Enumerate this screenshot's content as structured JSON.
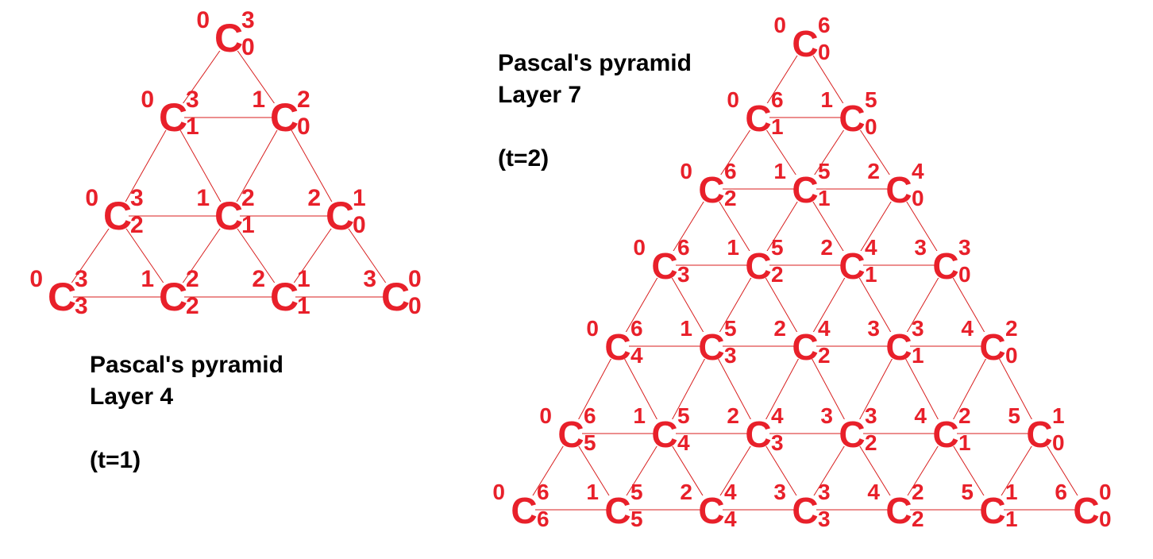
{
  "accent_color": "#e8202a",
  "line_color": "#d81e1e",
  "text_color": "#000000",
  "term_symbol": "C",
  "left_pyramid": {
    "caption_title": "Pascal's pyramid",
    "caption_layer": "Layer 4",
    "caption_t": "(t=1)",
    "rows": [
      [
        {
          "pre": "0",
          "sup": "3",
          "sub": "0"
        }
      ],
      [
        {
          "pre": "0",
          "sup": "3",
          "sub": "1"
        },
        {
          "pre": "1",
          "sup": "2",
          "sub": "0"
        }
      ],
      [
        {
          "pre": "0",
          "sup": "3",
          "sub": "2"
        },
        {
          "pre": "1",
          "sup": "2",
          "sub": "1"
        },
        {
          "pre": "2",
          "sup": "1",
          "sub": "0"
        }
      ],
      [
        {
          "pre": "0",
          "sup": "3",
          "sub": "3"
        },
        {
          "pre": "1",
          "sup": "2",
          "sub": "2"
        },
        {
          "pre": "2",
          "sup": "1",
          "sub": "1"
        },
        {
          "pre": "3",
          "sup": "0",
          "sub": "0"
        }
      ]
    ]
  },
  "right_pyramid": {
    "caption_title": "Pascal's pyramid",
    "caption_layer": "Layer 7",
    "caption_t": "(t=2)",
    "rows": [
      [
        {
          "pre": "0",
          "sup": "6",
          "sub": "0"
        }
      ],
      [
        {
          "pre": "0",
          "sup": "6",
          "sub": "1"
        },
        {
          "pre": "1",
          "sup": "5",
          "sub": "0"
        }
      ],
      [
        {
          "pre": "0",
          "sup": "6",
          "sub": "2"
        },
        {
          "pre": "1",
          "sup": "5",
          "sub": "1"
        },
        {
          "pre": "2",
          "sup": "4",
          "sub": "0"
        }
      ],
      [
        {
          "pre": "0",
          "sup": "6",
          "sub": "3"
        },
        {
          "pre": "1",
          "sup": "5",
          "sub": "2"
        },
        {
          "pre": "2",
          "sup": "4",
          "sub": "1"
        },
        {
          "pre": "3",
          "sup": "3",
          "sub": "0"
        }
      ],
      [
        {
          "pre": "0",
          "sup": "6",
          "sub": "4"
        },
        {
          "pre": "1",
          "sup": "5",
          "sub": "3"
        },
        {
          "pre": "2",
          "sup": "4",
          "sub": "2"
        },
        {
          "pre": "3",
          "sup": "3",
          "sub": "1"
        },
        {
          "pre": "4",
          "sup": "2",
          "sub": "0"
        }
      ],
      [
        {
          "pre": "0",
          "sup": "6",
          "sub": "5"
        },
        {
          "pre": "1",
          "sup": "5",
          "sub": "4"
        },
        {
          "pre": "2",
          "sup": "4",
          "sub": "3"
        },
        {
          "pre": "3",
          "sup": "3",
          "sub": "2"
        },
        {
          "pre": "4",
          "sup": "2",
          "sub": "1"
        },
        {
          "pre": "5",
          "sup": "1",
          "sub": "0"
        }
      ],
      [
        {
          "pre": "0",
          "sup": "6",
          "sub": "6"
        },
        {
          "pre": "1",
          "sup": "5",
          "sub": "5"
        },
        {
          "pre": "2",
          "sup": "4",
          "sub": "4"
        },
        {
          "pre": "3",
          "sup": "3",
          "sub": "3"
        },
        {
          "pre": "4",
          "sup": "2",
          "sub": "2"
        },
        {
          "pre": "5",
          "sup": "1",
          "sub": "1"
        },
        {
          "pre": "6",
          "sup": "0",
          "sub": "0"
        }
      ]
    ]
  }
}
